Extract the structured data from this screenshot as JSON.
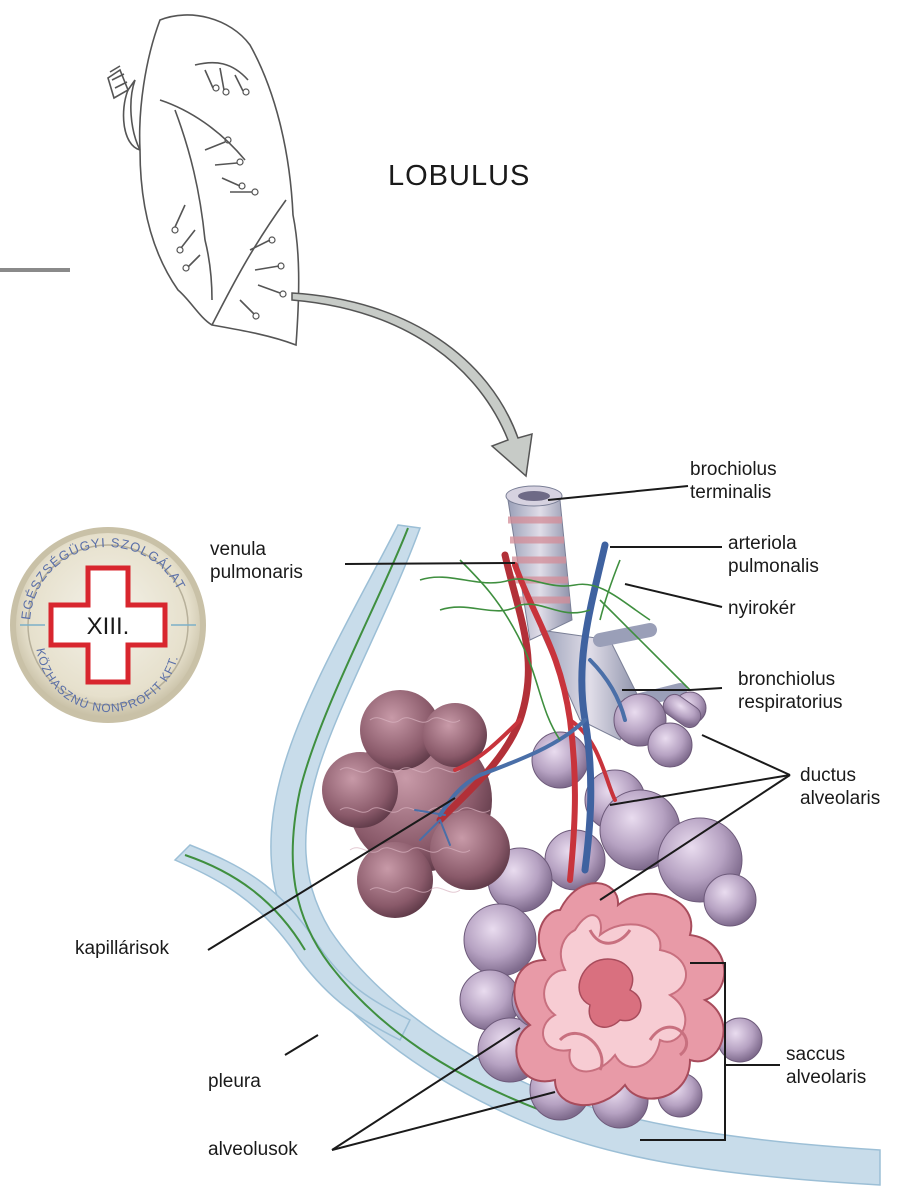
{
  "diagram": {
    "title": "LOBULUS",
    "labels": {
      "brochiolus_terminalis": [
        "brochiolus",
        "terminalis"
      ],
      "venula_pulmonaris": [
        "venula",
        "pulmonaris"
      ],
      "arteriola_pulmonalis": [
        "arteriola",
        "pulmonalis"
      ],
      "nyiroker": [
        "nyirokér"
      ],
      "bronchiolus_respiratorius": [
        "bronchiolus",
        "respiratorius"
      ],
      "ductus_alveolaris": [
        "ductus",
        "alveolaris"
      ],
      "kapillarisok": [
        "kapillárisok"
      ],
      "saccus_alveolaris": [
        "saccus",
        "alveolaris"
      ],
      "pleura": [
        "pleura"
      ],
      "alveolusok": [
        "alveolusok"
      ]
    }
  },
  "badge": {
    "center_text": "XIII.",
    "ring_text_top": "EGÉSZSÉGÜGYI SZOLGÁLAT",
    "ring_text_bottom": "KÖZHASZNÚ NONPROFIT KFT."
  },
  "colors": {
    "lung_outline": "#555555",
    "arrow_fill": "#c9cdc9",
    "pleura": "#bcd6ea",
    "artery": "#c8343c",
    "vein": "#4a6fa8",
    "lymph": "#3f8f3f",
    "alveoli": "#b9a5c4",
    "sac_section": "#e37e8e",
    "capillary_lobe": "#8c5a6c",
    "badge_cross": "#d8262e"
  }
}
